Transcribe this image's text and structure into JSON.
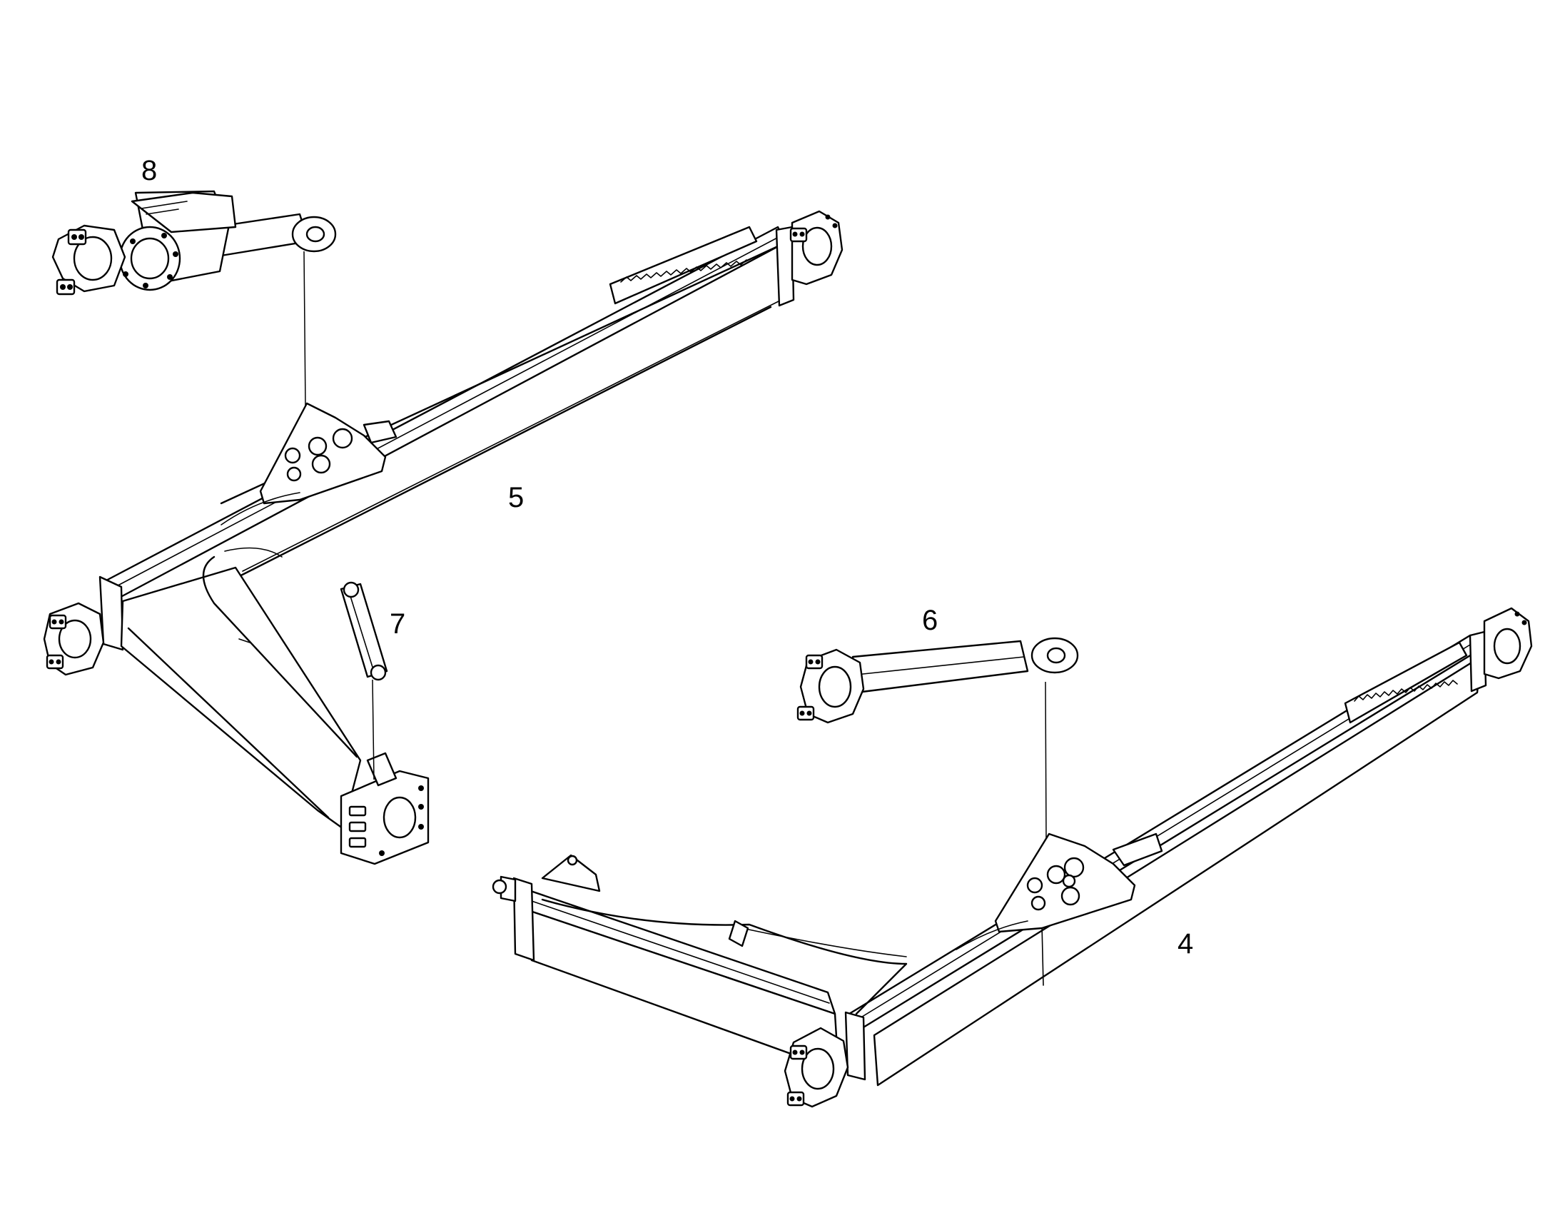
{
  "callouts": {
    "c4": "4",
    "c5": "5",
    "c6": "6",
    "c7": "7",
    "c8": "8"
  },
  "colors": {
    "background": "#ffffff",
    "line": "#000000"
  }
}
